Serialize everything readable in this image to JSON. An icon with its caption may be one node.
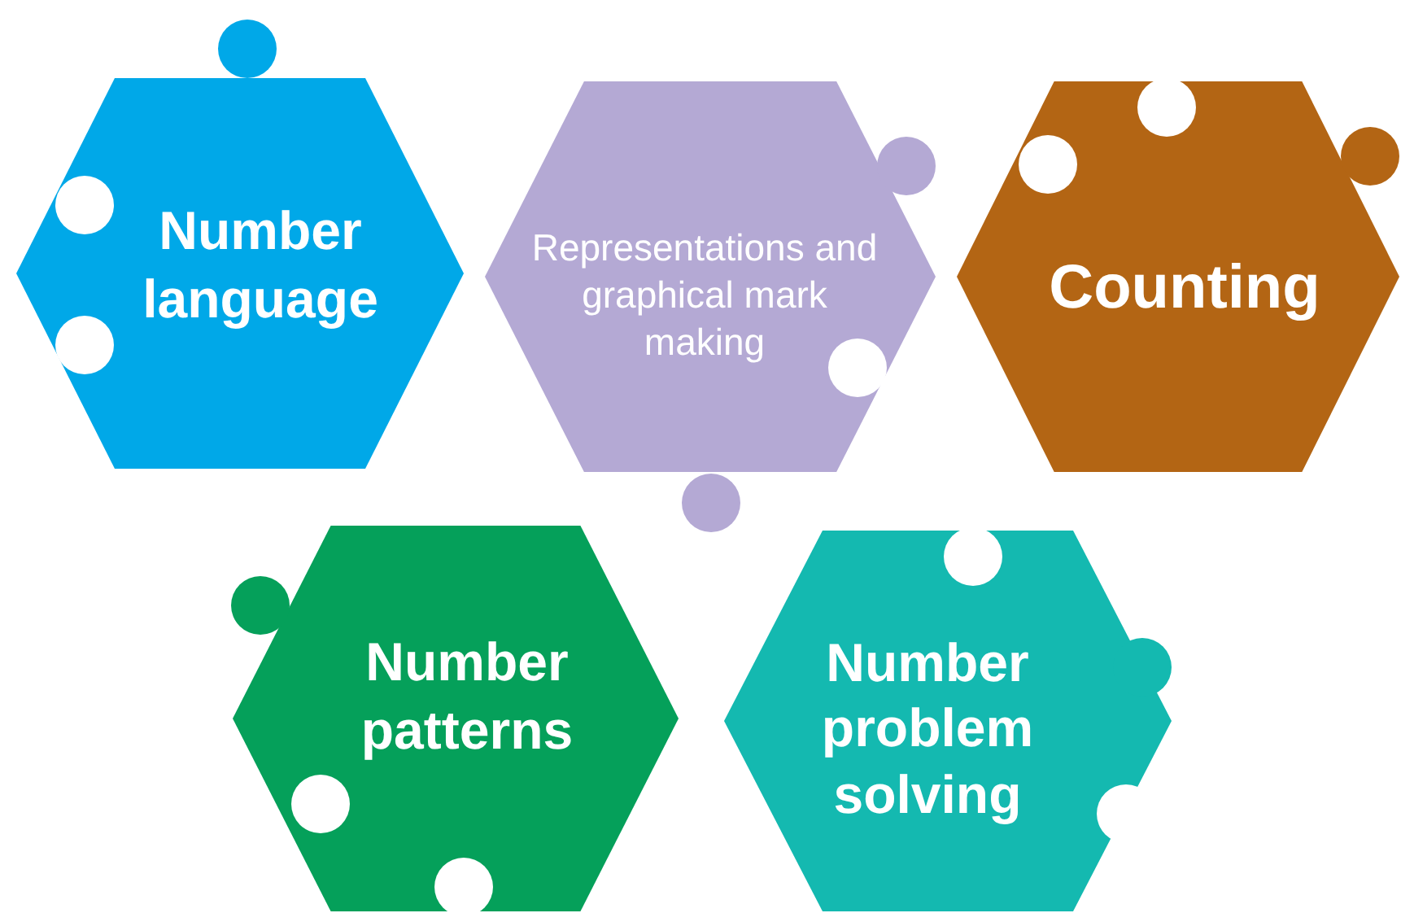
{
  "diagram": {
    "nodes": [
      {
        "text": [
          "Number language"
        ]
      },
      {
        "text": [
          "Representations and graphical mark making"
        ]
      },
      {
        "text": [
          "Counting"
        ]
      },
      {
        "text": [
          "Number patterns"
        ]
      },
      {
        "text": [
          "Number problem solving"
        ]
      }
    ]
  }
}
